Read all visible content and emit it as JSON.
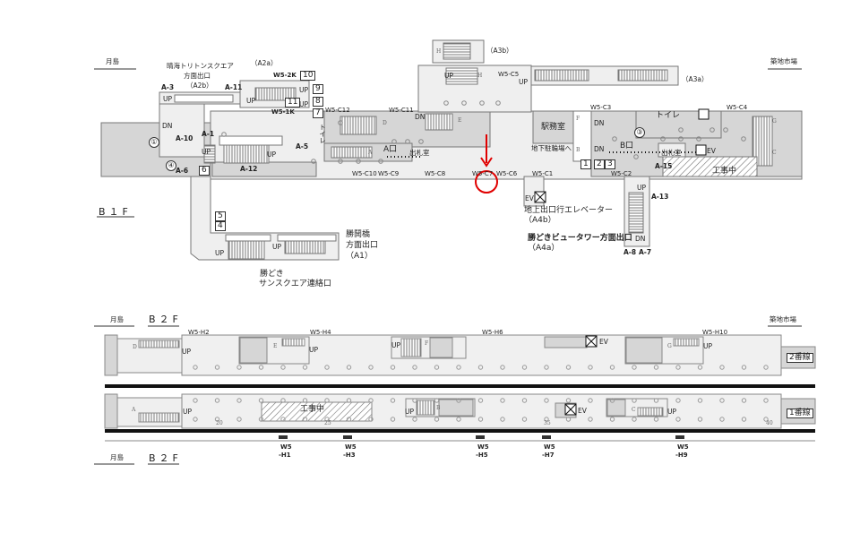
{
  "b1f": {
    "floor_label": "B１F",
    "dir_left": "月島",
    "dir_right": "築地市場",
    "exit_a2b": [
      "晴海トリトンスクエア",
      "方面出口",
      "（A2b）"
    ],
    "exit_a2a": "（A2a）",
    "exit_a3b": "（A3b）",
    "exit_a3a": "（A3a）",
    "exit_a4b": [
      "地上出口行エレベーター",
      "（A4b）"
    ],
    "exit_a4a": [
      "勝どきビュータワー方面出口",
      "（A4a）"
    ],
    "exit_a1": [
      "勝鬨橋",
      "方面出口",
      "（A1）"
    ],
    "exit_sunsquare": [
      "勝どき",
      "サンスクエア連絡口"
    ],
    "rooms": {
      "station_office": "駅務室",
      "toilet_left": "トイレ",
      "toilet_right": "トイレ",
      "ticket_office_a": "出札室",
      "ticket_office_b": "出札室",
      "bicycle_parking": "地下駐輪場へ",
      "construction": "工事中"
    },
    "gates": {
      "a": "A口",
      "b": "B口"
    },
    "exit_codes": [
      "A-1",
      "A-3",
      "A-5",
      "A-6",
      "A-7",
      "A-8",
      "A-10",
      "A-11",
      "A-12",
      "A-13",
      "A-15"
    ],
    "numbered_boxes": [
      "1",
      "2",
      "3",
      "4",
      "5",
      "6",
      "7",
      "8",
      "9",
      "10",
      "11"
    ],
    "circled": [
      "①",
      "③",
      "④"
    ],
    "wall_codes": [
      "W5-2K",
      "W5-1K",
      "W5-C1",
      "W5-C2",
      "W5-C3",
      "W5-C4",
      "W5-C5",
      "W5-C6",
      "W5-C7",
      "W5-C8",
      "W5-C9",
      "W5-C10",
      "W5-C11",
      "W5-C12"
    ],
    "stair_letters": [
      "A",
      "B",
      "C",
      "D",
      "E",
      "F",
      "G",
      "H",
      "H"
    ],
    "up": "UP",
    "dn": "DN",
    "ev": "EV"
  },
  "b2f": {
    "floor_label": "B２F",
    "dir_left": "月島",
    "dir_right": "築地市場",
    "track_2": "2番線",
    "track_1": "1番線",
    "construction": "工事中",
    "upper_codes": [
      "W5-H2",
      "W5-H4",
      "W5-H6",
      "W5-H10"
    ],
    "lower_codes": [
      [
        "W5",
        "-H1"
      ],
      [
        "W5",
        "-H3"
      ],
      [
        "W5",
        "-H5"
      ],
      [
        "W5",
        "-H7"
      ],
      [
        "W5",
        "-H9"
      ]
    ],
    "stair_letters": [
      "A",
      "B",
      "C",
      "D",
      "E",
      "F",
      "G"
    ],
    "column_numbers": [
      "20",
      "25",
      "35",
      "40"
    ],
    "up": "UP",
    "ev": "EV"
  },
  "marker": {
    "color": "#e00000",
    "target": "W5-C7"
  },
  "colors": {
    "light_area": "#efefef",
    "gray_area": "#d6d6d6",
    "track": "#111111"
  }
}
